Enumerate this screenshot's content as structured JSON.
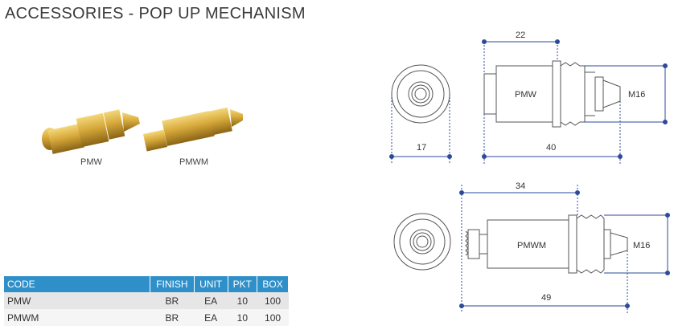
{
  "title": "ACCESSORIES - POP UP MECHANISM",
  "photos": [
    {
      "label": "PMW"
    },
    {
      "label": "PMWM"
    }
  ],
  "table": {
    "headers": [
      "CODE",
      "FINISH",
      "UNIT",
      "PKT",
      "BOX"
    ],
    "rows": [
      [
        "PMW",
        "BR",
        "EA",
        "10",
        "100"
      ],
      [
        "PMWM",
        "BR",
        "EA",
        "10",
        "100"
      ]
    ]
  },
  "drawings": {
    "top": {
      "part": "PMW",
      "dim_width": "22",
      "dim_total": "40",
      "dim_side": "17",
      "thread": "M16"
    },
    "bottom": {
      "part": "PMWM",
      "dim_width": "34",
      "dim_total": "49",
      "thread": "M16"
    }
  },
  "colors": {
    "header_bg": "#2f8fc9",
    "dim_line": "#2b4a9a",
    "brass": "#c9a227"
  }
}
